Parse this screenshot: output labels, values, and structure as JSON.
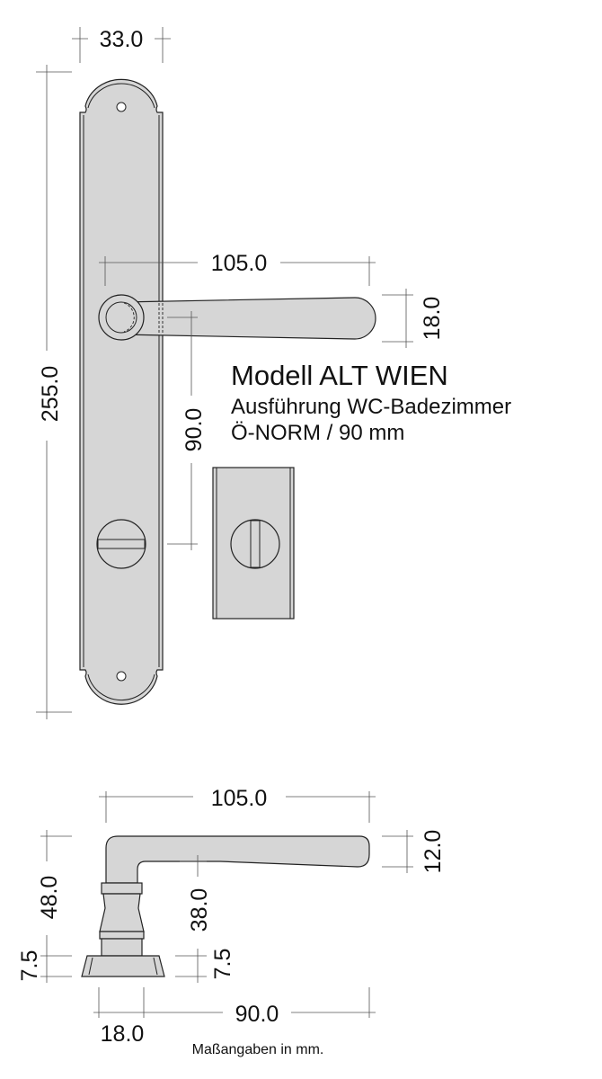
{
  "title": {
    "model": "Modell ALT WIEN",
    "variant": "Ausführung WC-Badezimmer",
    "norm": "Ö-NORM / 90 mm"
  },
  "front_view": {
    "plate_width": "33.0",
    "plate_height": "255.0",
    "lever_length": "105.0",
    "lever_height": "18.0",
    "spindle_distance": "90.0"
  },
  "side_view": {
    "lever_length": "105.0",
    "lever_thickness": "12.0",
    "total_height": "48.0",
    "neck_height": "38.0",
    "base_height_left": "7.5",
    "base_height_right": "7.5",
    "neck_width": "18.0",
    "reach": "90.0"
  },
  "footnote": "Maßangaben in mm.",
  "colors": {
    "part_fill": "#d6d6d6",
    "line": "#222222"
  }
}
